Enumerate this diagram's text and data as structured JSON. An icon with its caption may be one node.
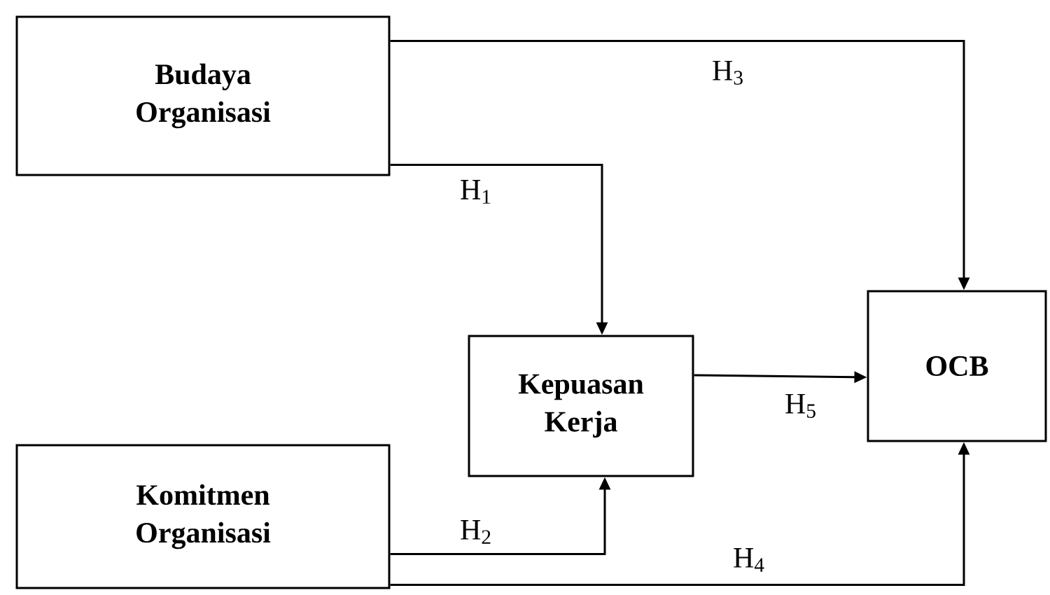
{
  "diagram": {
    "nodes": [
      {
        "text": [
          "Budaya Organisasi"
        ]
      },
      {
        "text": [
          "Komitmen Organisasi"
        ]
      },
      {
        "text": [
          "Kepuasan Kerja"
        ]
      },
      {
        "text": [
          "OCB"
        ]
      }
    ],
    "edges": [
      {
        "from": 0,
        "to": 2,
        "arrow": "to",
        "label": "H$_{1}$"
      },
      {
        "from": 0,
        "to": 3,
        "arrow": "to",
        "label": "H$_{3}$"
      },
      {
        "from": 1,
        "to": 2,
        "arrow": "to",
        "label": "H$_{2}$"
      },
      {
        "from": 1,
        "to": 3,
        "arrow": "to",
        "label": "H$_{4}$"
      },
      {
        "from": 2,
        "to": 3,
        "arrow": "to",
        "label": "H$_{5}$"
      }
    ]
  }
}
